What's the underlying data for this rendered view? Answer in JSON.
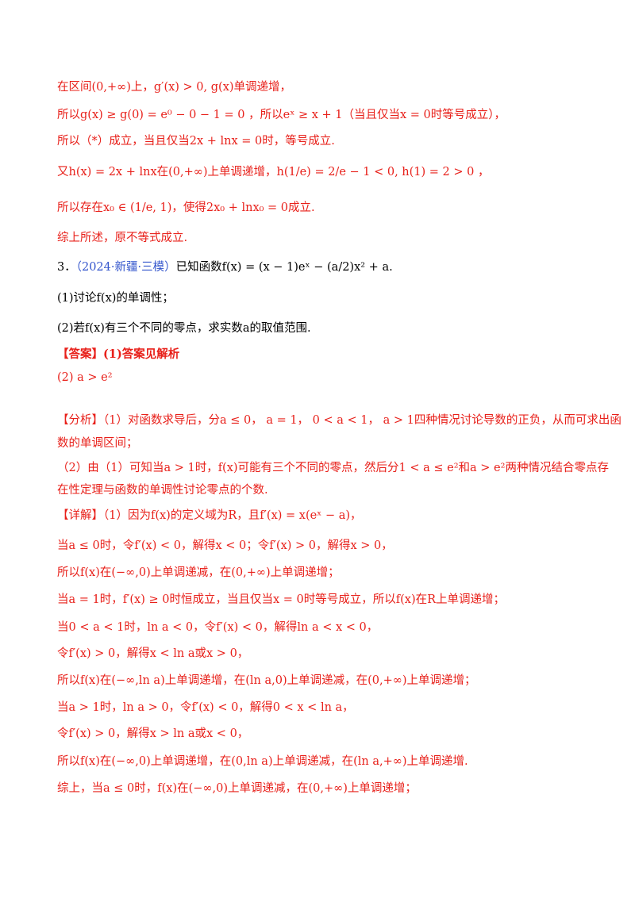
{
  "lines": [
    "在区间(0,+∞)上，g′(x) > 0, g(x)单调递增，",
    "所以g(x) ≥ g(0) = e⁰ − 0 − 1 = 0 ，所以eˣ ≥ x + 1（当且仅当x = 0时等号成立），",
    "所以（*）成立，当且仅当2x + lnx = 0时，等号成立.",
    "又h(x) = 2x + lnx在(0,+∞)上单调递增，h(1/e) = 2/e − 1 < 0, h(1) = 2 > 0 ，",
    "所以存在x₀ ∈ (1/e, 1)，使得2x₀ + lnx₀ = 0成立.",
    "综上所述，原不等式成立."
  ],
  "q3": {
    "num": "3．",
    "src": "（2024·新疆·三模）",
    "stem": "已知函数f(x) = (x − 1)eˣ − (a/2)x² + a.",
    "p1": "(1)讨论f(x)的单调性；",
    "p2": "(2)若f(x)有三个不同的零点，求实数a的取值范围."
  },
  "answer": {
    "head": "【答案】(1)答案见解析",
    "p2": "(2) a > e²"
  },
  "analysis": [
    "【分析】（1）对函数求导后，分a ≤ 0， a = 1， 0 < a < 1， a > 1四种情况讨论导数的正负，从而可求出函",
    "数的单调区间；",
    "（2）由（1）可知当a > 1时，f(x)可能有三个不同的零点，然后分1 < a ≤ e²和a > e²两种情况结合零点存",
    "在性定理与函数的单调性讨论零点的个数."
  ],
  "detail": [
    "【详解】（1）因为f(x)的定义域为R，且f′(x) = x(eˣ − a)，",
    "当a ≤ 0时，令f′(x) < 0，解得x < 0；令f′(x) > 0，解得x > 0，",
    "所以f(x)在(−∞,0)上单调递减，在(0,+∞)上单调递增；",
    "当a = 1时，f′(x) ≥ 0时恒成立，当且仅当x = 0时等号成立，所以f(x)在R上单调递增；",
    "当0 < a < 1时，ln a < 0，令f′(x) < 0，解得ln a < x < 0，",
    "令f′(x) > 0，解得x < ln a或x > 0，",
    "所以f(x)在(−∞,ln a)上单调递增，在(ln a,0)上单调递减，在(0,+∞)上单调递增；",
    "当a > 1时，ln a > 0，令f′(x) < 0，解得0 < x < ln a，",
    "令f′(x) > 0，解得x > ln a或x < 0，",
    "所以f(x)在(−∞,0)上单调递增，在(0,ln a)上单调递减，在(ln a,+∞)上单调递增.",
    "综上，当a ≤ 0时，f(x)在(−∞,0)上单调递减，在(0,+∞)上单调递增；"
  ]
}
